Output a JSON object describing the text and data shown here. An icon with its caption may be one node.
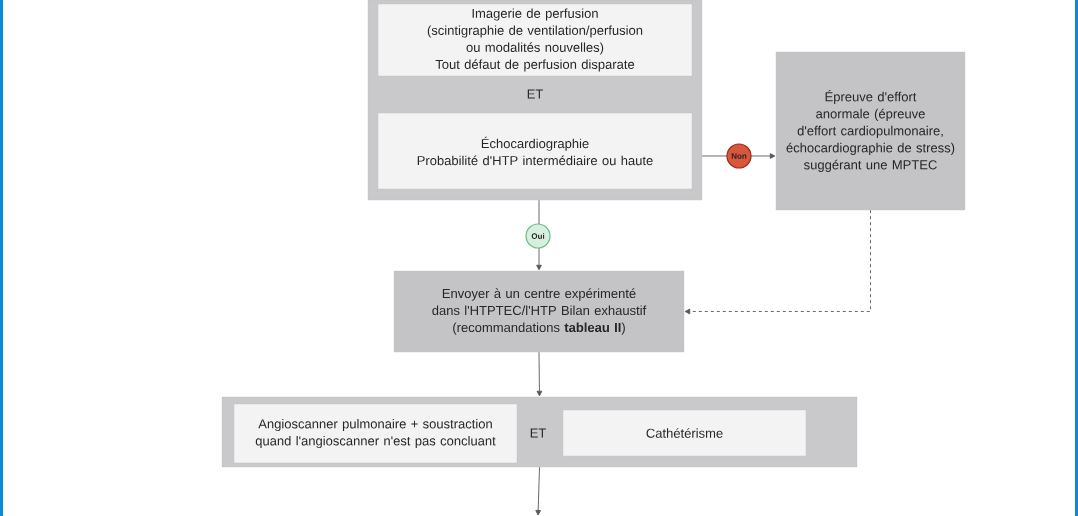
{
  "diagram": {
    "nodes": [
      {
        "text": [
          "ET"
        ]
      },
      {
        "text": [
          "Imagerie de perfusion",
          "(scintigraphie de ventilation/perfusion ou modalités nouvelles)",
          "Tout défaut de perfusion disparate"
        ],
        "in": 0
      },
      {
        "text": [
          "Échocardiographie",
          "Probabilité d'HTP intermédiaire ou haute"
        ],
        "in": 0
      },
      {
        "text": [
          "Épreuve d'effort anormale (épreuve d'effort cardiopulmonaire, échocardiographie de stress) suggérant une MPTEC"
        ]
      },
      {
        "text": [
          "Envoyer à un centre expérimenté dans l'HTPTEC/l'HTP Bilan exhaustif",
          "(recommandations **tableau II**)"
        ]
      },
      {
        "text": [
          "ET"
        ]
      },
      {
        "text": [
          "Angioscanner pulmonaire + soustraction quand l'angioscanner n'est pas concluant"
        ],
        "in": 5
      },
      {
        "text": [
          "Cathétérisme"
        ],
        "in": 5
      }
    ],
    "edges": [
      {
        "from": 0,
        "to": 3,
        "arrow": "to",
        "label": "Non"
      },
      {
        "from": 0,
        "to": 4,
        "arrow": "to",
        "label": "Oui"
      },
      {
        "from": 3,
        "to": 4,
        "arrow": "to",
        "style": "dashed"
      },
      {
        "from": 4,
        "to": 5,
        "arrow": "to"
      },
      {
        "from": 5,
        "to": null,
        "arrow": "to"
      }
    ]
  }
}
